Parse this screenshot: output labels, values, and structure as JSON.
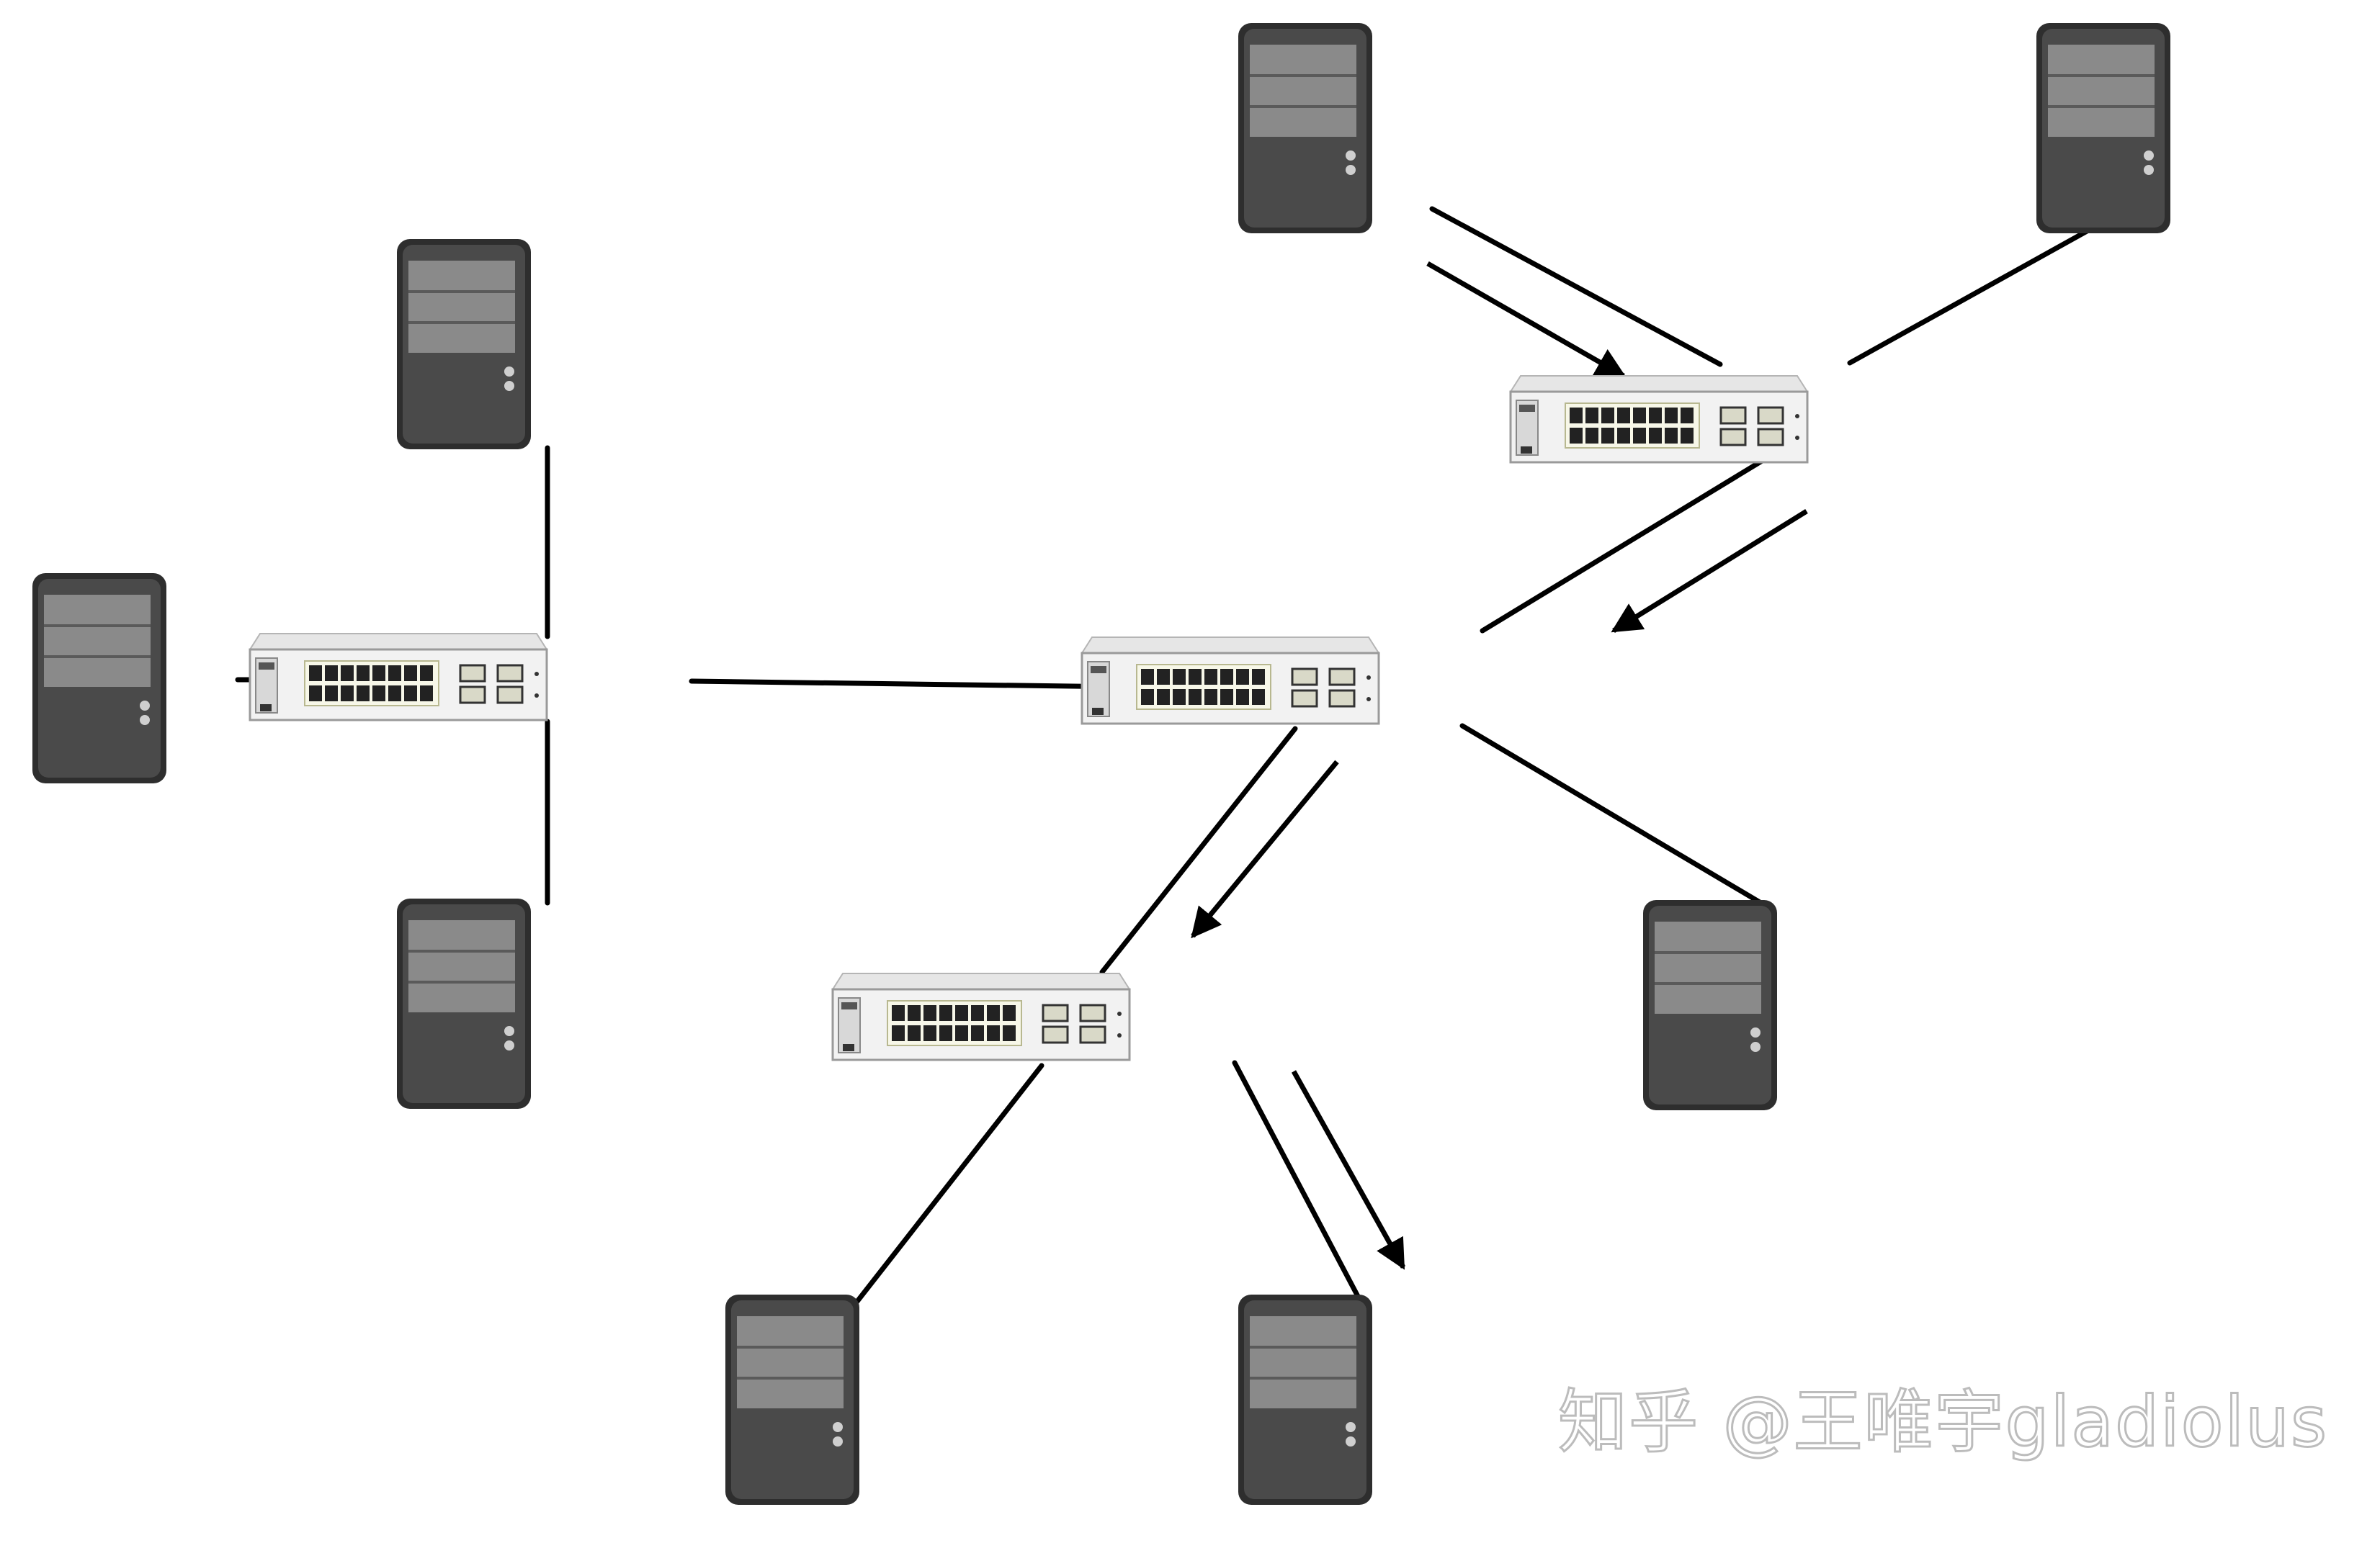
{
  "diagram": {
    "nodes": [
      {
        "id": "switch-left",
        "type": "switch"
      },
      {
        "id": "switch-center",
        "type": "switch"
      },
      {
        "id": "switch-top-right",
        "type": "switch"
      },
      {
        "id": "switch-bottom",
        "type": "switch"
      },
      {
        "id": "server-left-top",
        "type": "server"
      },
      {
        "id": "server-left-left",
        "type": "server"
      },
      {
        "id": "server-left-bottom",
        "type": "server"
      },
      {
        "id": "server-top-a",
        "type": "server"
      },
      {
        "id": "server-top-b",
        "type": "server"
      },
      {
        "id": "server-center-right",
        "type": "server"
      },
      {
        "id": "server-bottom-left",
        "type": "server"
      },
      {
        "id": "server-bottom-right",
        "type": "server"
      }
    ],
    "links": [
      [
        "server-left-top",
        "switch-left"
      ],
      [
        "server-left-left",
        "switch-left"
      ],
      [
        "server-left-bottom",
        "switch-left"
      ],
      [
        "switch-left",
        "switch-center"
      ],
      [
        "server-top-a",
        "switch-top-right"
      ],
      [
        "server-top-b",
        "switch-top-right"
      ],
      [
        "switch-top-right",
        "switch-center"
      ],
      [
        "switch-center",
        "server-center-right"
      ],
      [
        "switch-center",
        "switch-bottom"
      ],
      [
        "switch-bottom",
        "server-bottom-left"
      ],
      [
        "switch-bottom",
        "server-bottom-right"
      ]
    ],
    "flow_arrows": [
      {
        "from": "server-top-a",
        "to": "switch-top-right"
      },
      {
        "from": "switch-top-right",
        "to": "switch-center"
      },
      {
        "from": "switch-center",
        "to": "switch-bottom"
      },
      {
        "from": "switch-bottom",
        "to": "server-bottom-right"
      }
    ],
    "colors": {
      "line": "#000000",
      "server_body": "#4a4a4a",
      "server_panel": "#8a8a8a",
      "switch_body": "#f2f2f2",
      "port": "#222222"
    }
  },
  "watermark": "知乎 @王唯宇gladiolus"
}
